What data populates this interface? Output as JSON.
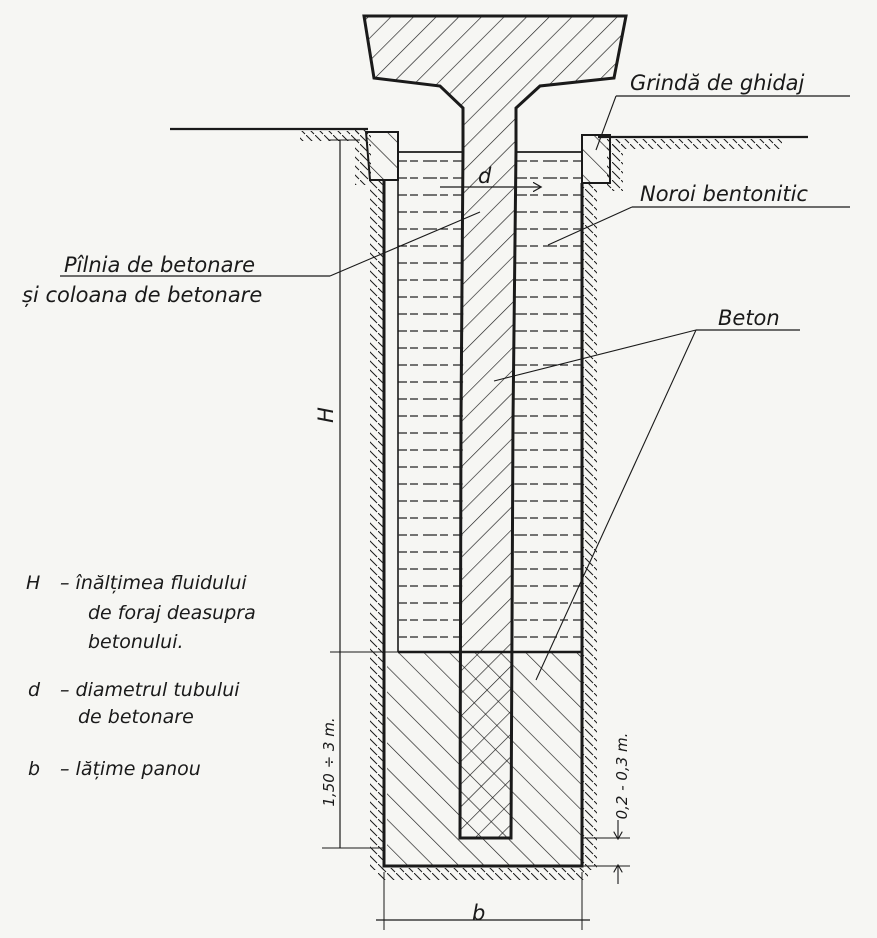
{
  "labels": {
    "grinda": "Grindă de ghidaj",
    "noroi": "Noroi bentonitic",
    "pilnia_1": "Pîlnia de betonare",
    "pilnia_2": "și coloana de betonare",
    "beton": "Beton",
    "dim_H": "H",
    "dim_d": "d",
    "dim_b": "b",
    "dim_150": "1,50 ÷ 3 m.",
    "dim_02": "0,2 - 0,3 m."
  },
  "legend": {
    "h_sym": "H",
    "h_line1": "– înălțimea fluidului",
    "h_line2": "de foraj deasupra",
    "h_line3": "betonului.",
    "d_sym": "d",
    "d_line1": "– diametrul tubului",
    "d_line2": "de betonare",
    "b_sym": "b",
    "b_line1": "– lățime panou"
  },
  "colors": {
    "ink": "#1a1a1a",
    "paper": "#f6f6f3"
  }
}
